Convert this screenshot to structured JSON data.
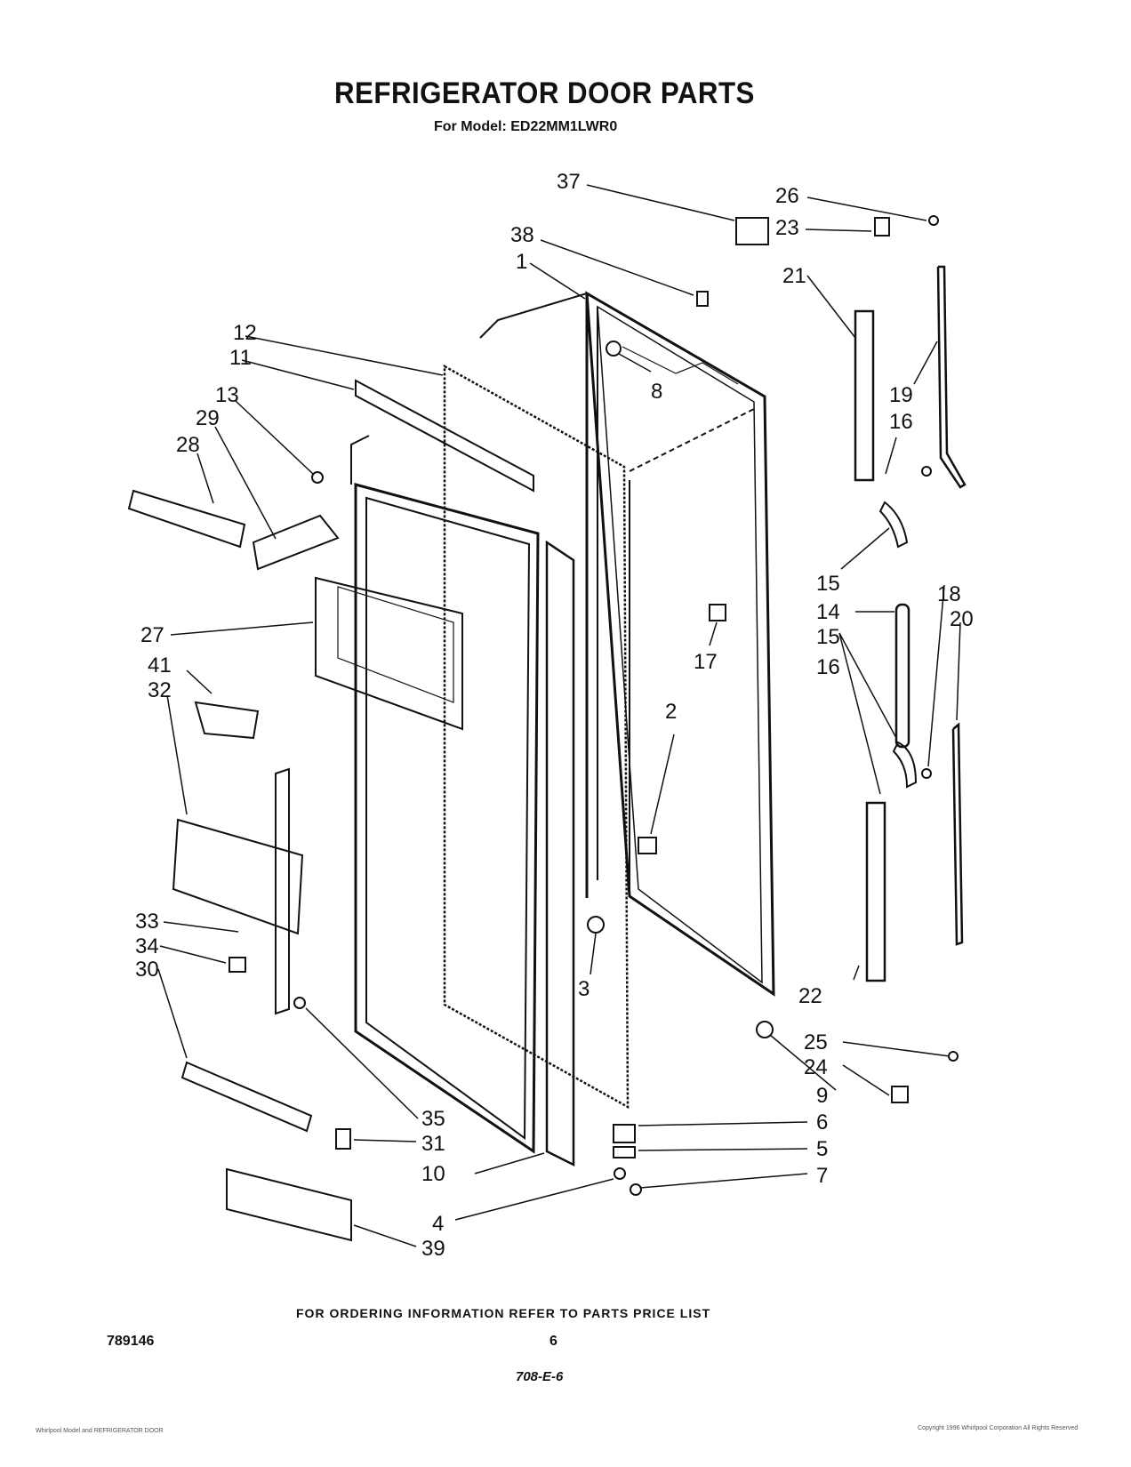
{
  "header": {
    "title": "REFRIGERATOR DOOR PARTS",
    "model_line": "For Model: ED22MM1LWR0"
  },
  "callouts": [
    "37",
    "26",
    "23",
    "38",
    "1",
    "21",
    "12",
    "11",
    "8",
    "13",
    "29",
    "28",
    "19",
    "16",
    "15",
    "14",
    "15",
    "18",
    "20",
    "27",
    "41",
    "32",
    "17",
    "16",
    "2",
    "3",
    "22",
    "33",
    "34",
    "30",
    "25",
    "24",
    "9",
    "35",
    "6",
    "31",
    "5",
    "10",
    "7",
    "4",
    "39"
  ],
  "footer": {
    "ordering": "FOR ORDERING INFORMATION REFER TO PARTS PRICE LIST",
    "code": "789146",
    "page": "6",
    "sheet_id": "708-E-6",
    "fine_print_left": "Whirlpool Model and REFRIGERATOR DOOR",
    "fine_print_right": "Copyright 1996 Whirlpool Corporation All Rights Reserved"
  }
}
